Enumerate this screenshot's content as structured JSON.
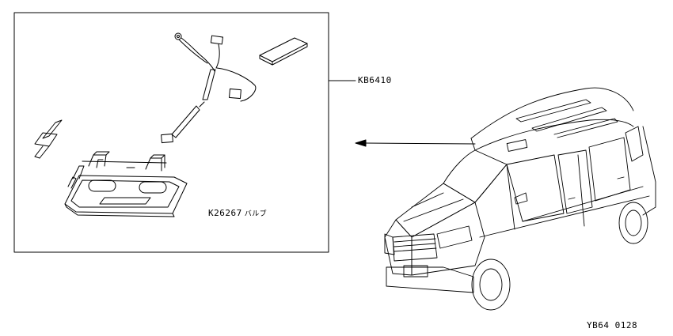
{
  "diagram": {
    "callouts": {
      "kit_part": "KB6410",
      "bulb_part": "K26267",
      "bulb_name": "バルブ"
    },
    "figure_code": "YB64 0128",
    "colors": {
      "line": "#000000",
      "background": "#ffffff"
    }
  }
}
